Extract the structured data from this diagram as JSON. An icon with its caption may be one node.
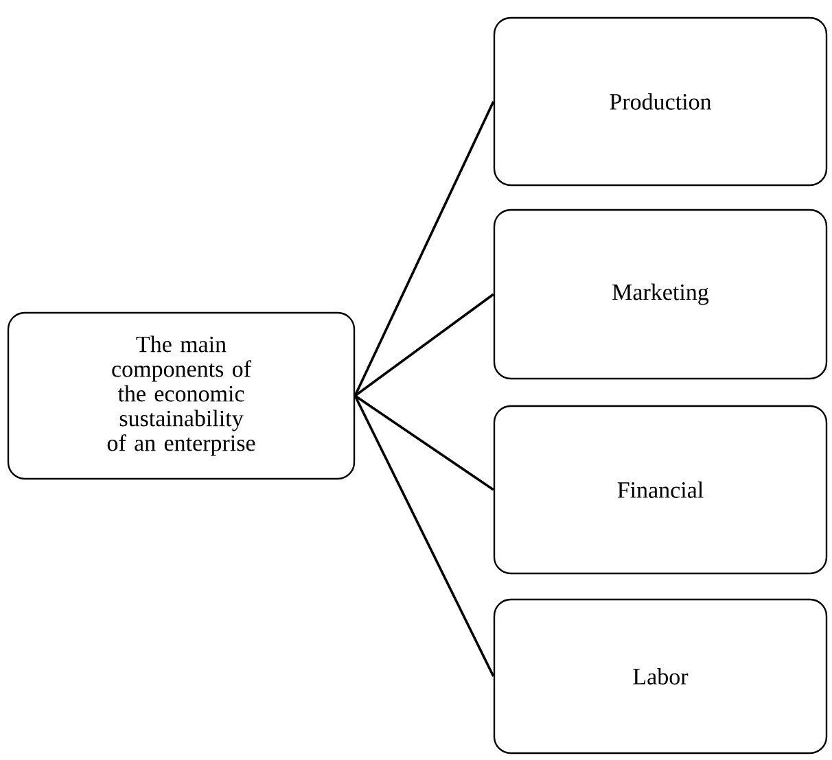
{
  "diagram": {
    "nodes": [
      {
        "text": [
          "The main components of the economic sustainability of an enterprise"
        ]
      },
      {
        "text": [
          "Production"
        ]
      },
      {
        "text": [
          "Marketing"
        ]
      },
      {
        "text": [
          "Financial"
        ]
      },
      {
        "text": [
          "Labor"
        ]
      }
    ],
    "edges": [
      {
        "from": 0,
        "to": 1,
        "arrow": "none"
      },
      {
        "from": 0,
        "to": 2,
        "arrow": "none"
      },
      {
        "from": 0,
        "to": 3,
        "arrow": "none"
      },
      {
        "from": 0,
        "to": 4,
        "arrow": "none"
      }
    ]
  }
}
